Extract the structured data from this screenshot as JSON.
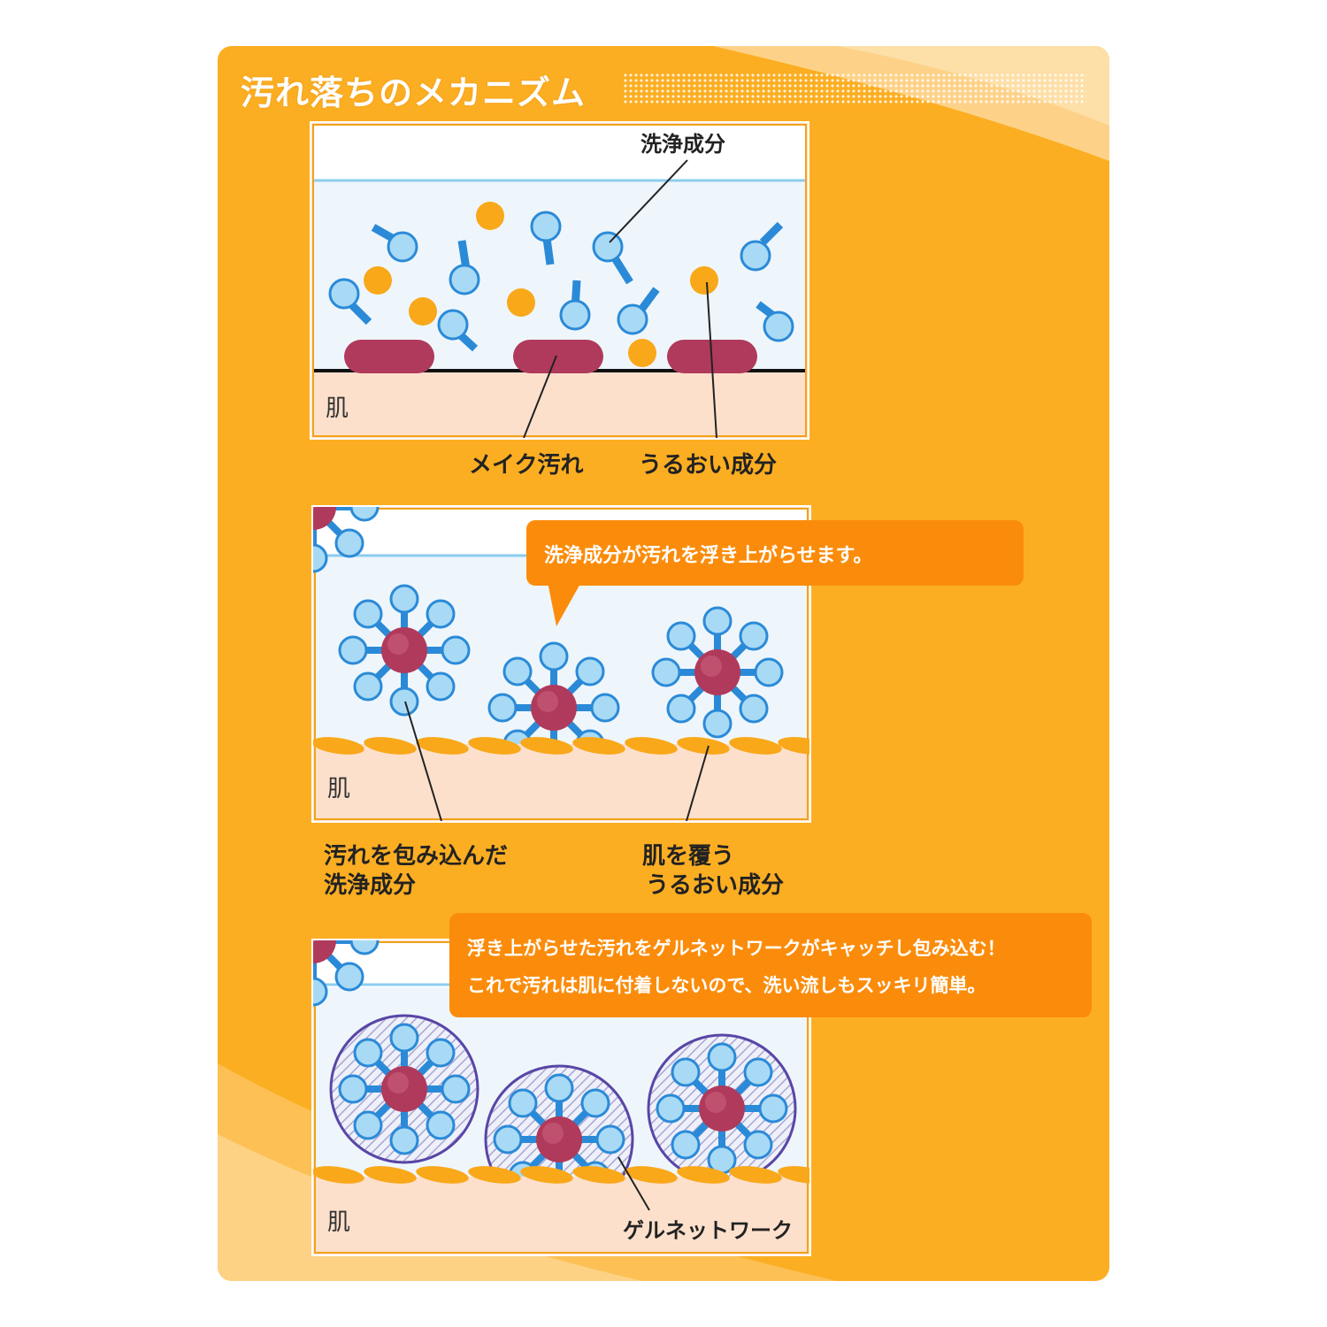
{
  "title": "汚れ落ちのメカニズム",
  "colors": {
    "background": "#fcae22",
    "callout": "#fb8c0b",
    "water": "#eef6fc",
    "skin": "#fde0cc",
    "surfactant_head": "#a8daf5",
    "surfactant_tail": "#2b8ad7",
    "makeup_dirt": "#b03a5b",
    "moisture": "#f9a81a",
    "gel_network": "#5946a6"
  },
  "panels": [
    {
      "skin_label": "肌",
      "labels": {
        "cleansing": "洗浄成分",
        "makeup_dirt": "メイク汚れ",
        "moisture": "うるおい成分"
      }
    },
    {
      "skin_label": "肌",
      "callout": "洗浄成分が汚れを浮き上がらせます。",
      "labels": {
        "wrapped_line1": "汚れを包み込んだ",
        "wrapped_line2": "洗浄成分",
        "covering_line1": "肌を覆う",
        "covering_line2": "うるおい成分"
      }
    },
    {
      "skin_label": "肌",
      "callout_line1": "浮き上がらせた汚れをゲルネットワークがキャッチし包み込む！",
      "callout_line2": "これで汚れは肌に付着しないので、洗い流しもスッキリ簡単。",
      "labels": {
        "gel_network": "ゲルネットワーク"
      }
    }
  ]
}
